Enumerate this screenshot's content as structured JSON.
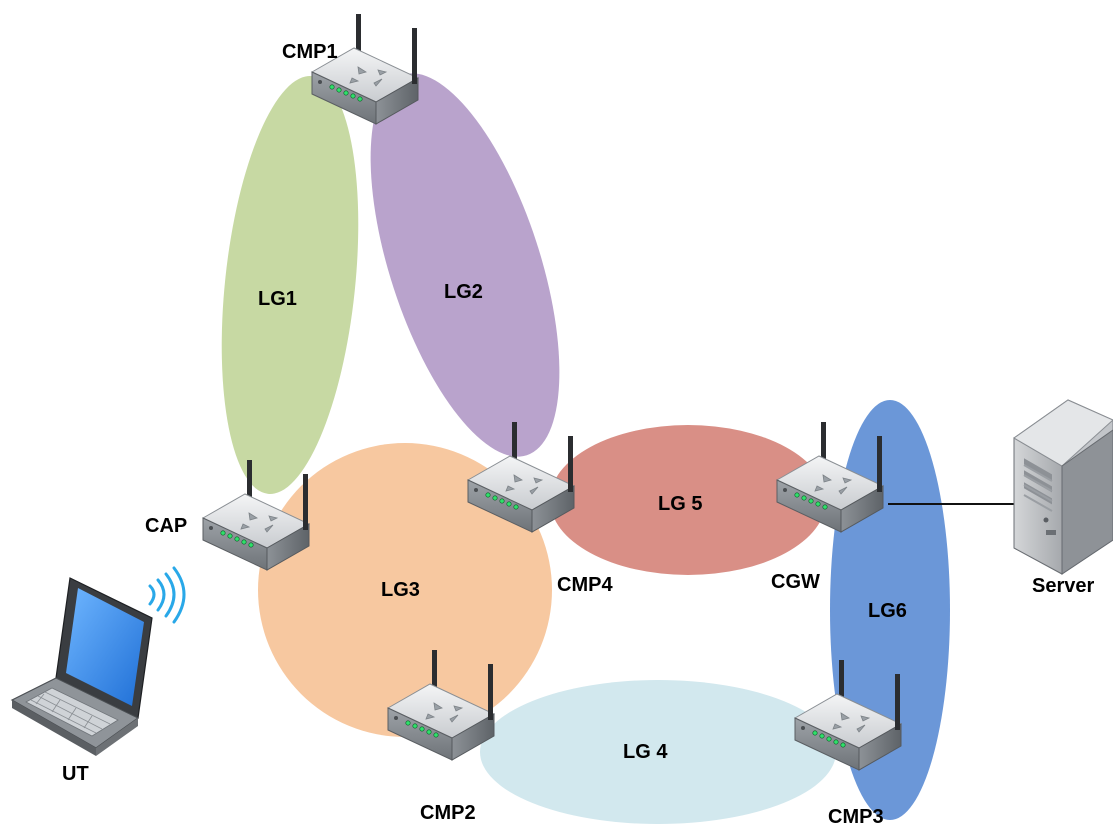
{
  "groups": {
    "lg1": "LG1",
    "lg2": "LG2",
    "lg3": "LG3",
    "lg4": "LG 4",
    "lg5": "LG 5",
    "lg6": "LG6"
  },
  "nodes": {
    "cmp1": "CMP1",
    "cap": "CAP",
    "cmp4": "CMP4",
    "cgw": "CGW",
    "cmp2": "CMP2",
    "cmp3": "CMP3",
    "ut": "UT",
    "server": "Server"
  },
  "colors": {
    "lg1": "#c7d9a3",
    "lg2": "#b9a3cc",
    "lg3": "#f7c8a0",
    "lg4": "#d2e8ee",
    "lg5": "#d98f86",
    "lg6": "#6b97d8",
    "wireless": "#29a8e8"
  },
  "icons": {
    "router": "wireless-router-icon",
    "laptop": "laptop-icon",
    "server": "server-tower-icon",
    "signal": "wifi-signal-icon"
  }
}
